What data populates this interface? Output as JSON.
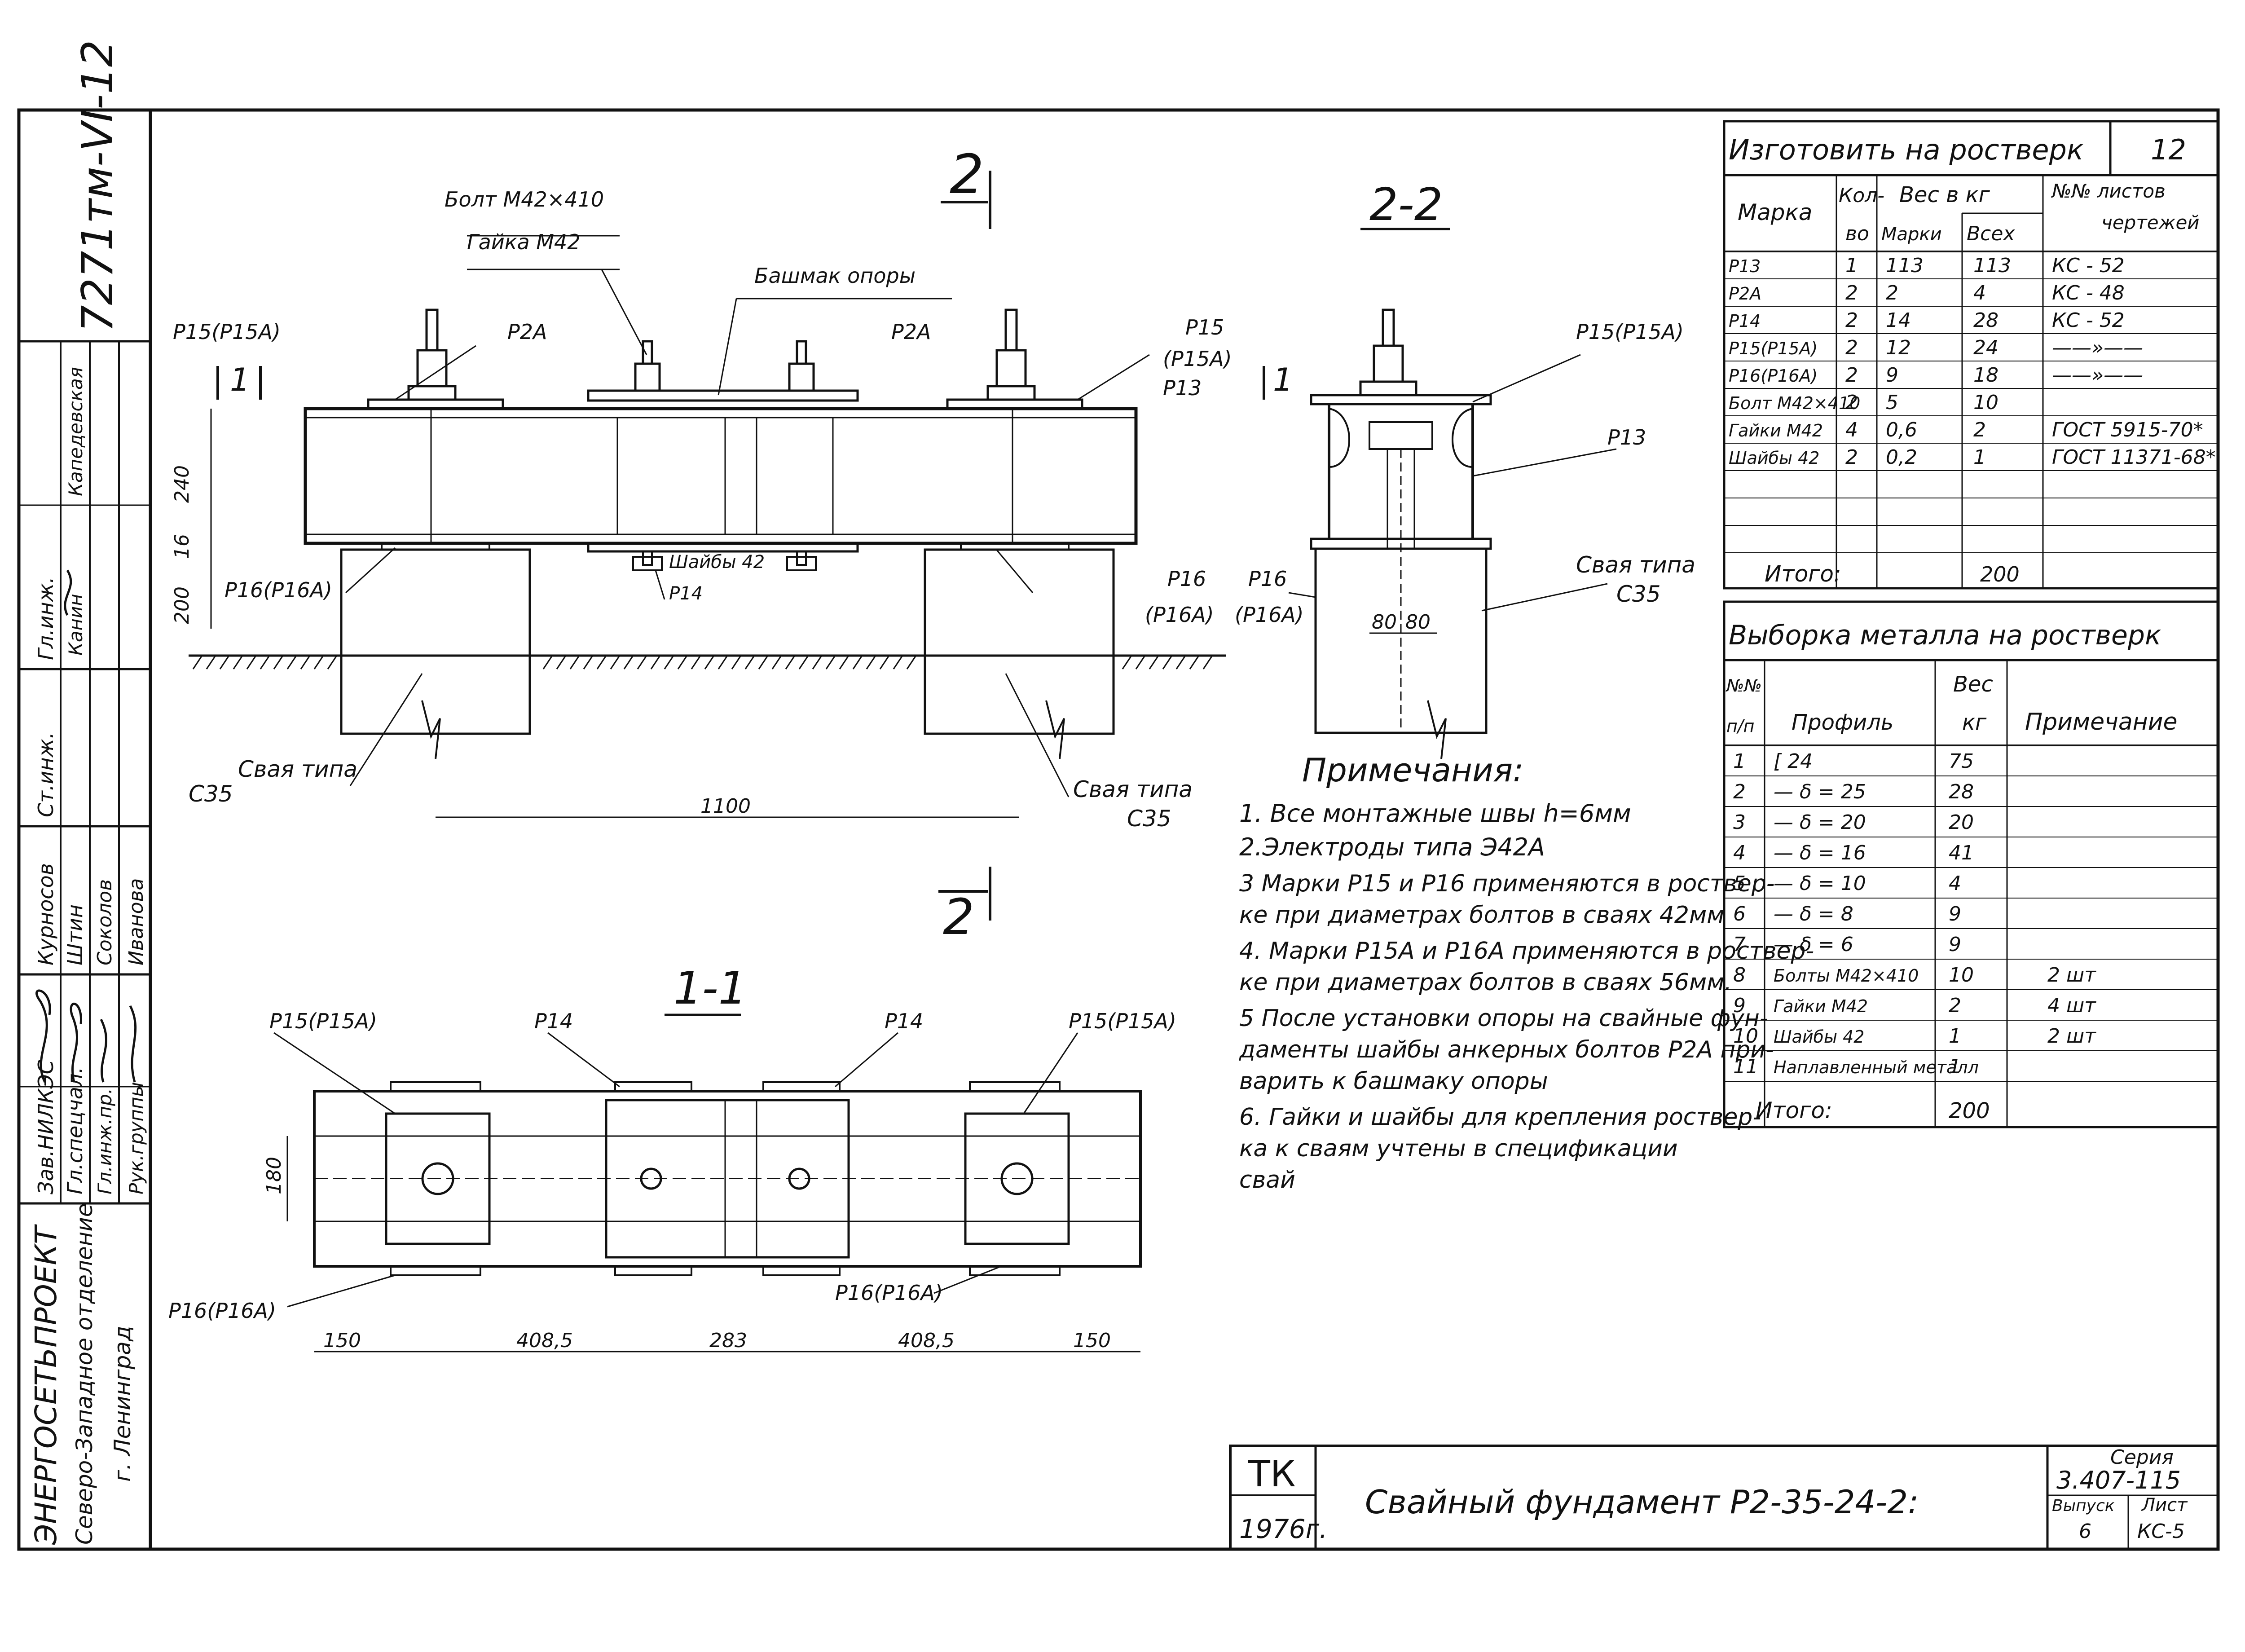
{
  "stamp": {
    "side_code": "7271тм-VI-12",
    "sheet_no": "12",
    "roles": [
      "Зав.НИЛКЭС",
      "Гл.спецчал.",
      "Гл.инж.пр.",
      "Рук.группы",
      "Ст.инж.",
      "Гл.инж."
    ],
    "names": [
      "Курносов",
      "Штин",
      "Соколов",
      "Иванова",
      "Капедевская",
      "Канин"
    ],
    "org_name": "ЭНЕРГОСЕТЬПРОЕКТ",
    "org_dept": "Северо-Западное отделение",
    "org_city": "г. Ленинград"
  },
  "section_marks": {
    "top_title": "2",
    "section_22": "2-2",
    "section_11": "1-1",
    "bottom_mark": "2",
    "top_arrow": "1"
  },
  "labels": {
    "bolt": "Болт М42×410",
    "nut": "Гайка М42",
    "shoe": "Башмак опоры",
    "p15": "Р15(Р15А)",
    "p15b": "Р15",
    "p15a": "(Р15А)",
    "p2a": "Р2А",
    "p13": "Р13",
    "p16": "Р16(Р16А)",
    "p16b": "Р16",
    "p16a": "(Р16А)",
    "p14": "Р14",
    "washers": "Шайбы 42",
    "pile": "Свая типа",
    "pile_type": "С35",
    "pile_type_left": "С35"
  },
  "dims": {
    "d240": "240",
    "d16": "16",
    "d200": "200",
    "d1100": "1100",
    "d80a": "80",
    "d80b": "80",
    "d180": "180",
    "d150a": "150",
    "d4085a": "408,5",
    "d283": "283",
    "d4085b": "408,5",
    "d150b": "150"
  },
  "notes": {
    "title": "Примечания:",
    "lines": [
      "1. Все монтажные швы h=6мм",
      "2.Электроды типа Э42А",
      "3 Марки Р15 и Р16 применяются в роствер-",
      "ке при диаметрах болтов в сваях 42мм",
      "4. Марки Р15А и Р16А применяются в роствер-",
      "ке при диаметрах болтов в сваях 56мм.",
      "5 После установки опоры на свайные фун-",
      "даменты шайбы анкерных болтов Р2А при-",
      "варить к башмаку опоры",
      "6. Гайки и шайбы для крепления роствер-",
      "ка к сваям учтены в спецификации",
      "свай"
    ]
  },
  "spec1": {
    "title": "Изготовить на ростверк",
    "headers": {
      "mark": "Марка",
      "qty1": "Кол-",
      "qty2": "во",
      "weight": "Вес в кг",
      "w_mark": "Марки",
      "w_all": "Всех",
      "sheets1": "№№ листов",
      "sheets2": "чертежей"
    },
    "rows": [
      [
        "Р13",
        "1",
        "113",
        "113",
        "КС - 52"
      ],
      [
        "Р2А",
        "2",
        "2",
        "4",
        "КС - 48"
      ],
      [
        "Р14",
        "2",
        "14",
        "28",
        "КС - 52"
      ],
      [
        "Р15(Р15А)",
        "2",
        "12",
        "24",
        "——»——"
      ],
      [
        "Р16(Р16А)",
        "2",
        "9",
        "18",
        "——»——"
      ],
      [
        "Болт М42×410",
        "2",
        "5",
        "10",
        ""
      ],
      [
        "Гайки М42",
        "4",
        "0,6",
        "2",
        "ГОСТ 5915-70*"
      ],
      [
        "Шайбы 42",
        "2",
        "0,2",
        "1",
        "ГОСТ 11371-68*"
      ]
    ],
    "total_label": "Итого:",
    "total_value": "200"
  },
  "spec2": {
    "title": "Выборка металла на ростверк",
    "headers": {
      "no1": "№№",
      "no2": "п/п",
      "profile": "Профиль",
      "weight1": "Вес",
      "weight2": "кг",
      "note": "Примечание"
    },
    "rows": [
      [
        "1",
        "[ 24",
        "75",
        ""
      ],
      [
        "2",
        "— δ = 25",
        "28",
        ""
      ],
      [
        "3",
        "— δ = 20",
        "20",
        ""
      ],
      [
        "4",
        "— δ = 16",
        "41",
        ""
      ],
      [
        "5",
        "— δ = 10",
        "4",
        ""
      ],
      [
        "6",
        "— δ = 8",
        "9",
        ""
      ],
      [
        "7",
        "— δ = 6",
        "9",
        ""
      ],
      [
        "8",
        "Болты М42×410",
        "10",
        "2 шт"
      ],
      [
        "9",
        "Гайки М42",
        "2",
        "4 шт"
      ],
      [
        "10",
        "Шайбы 42",
        "1",
        "2 шт"
      ],
      [
        "11",
        "Наплавленный металл",
        "1",
        ""
      ]
    ],
    "total_label": "Итого:",
    "total_value": "200"
  },
  "title_block": {
    "org": "ТК",
    "year": "1976г.",
    "title": "Свайный фундамент Р2-35-24-2:",
    "series_label": "Серия",
    "series": "3.407-115",
    "issue_label": "Выпуск",
    "issue": "6",
    "sheet_label": "Лист",
    "sheet": "КС-5"
  }
}
